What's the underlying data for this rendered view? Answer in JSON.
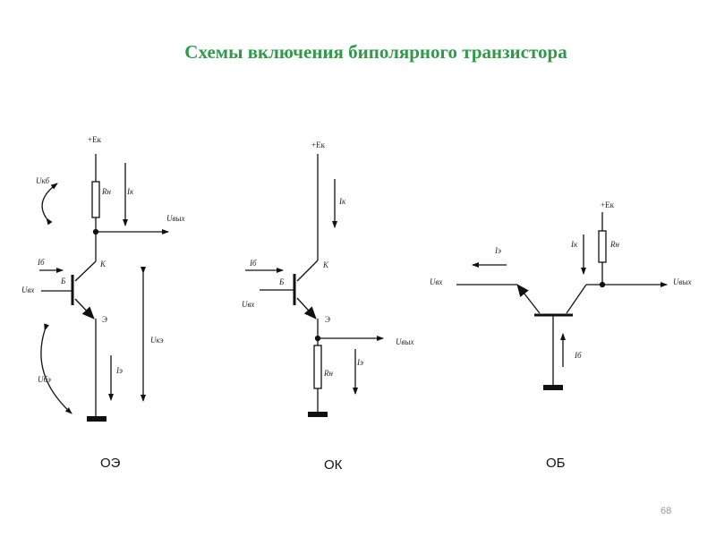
{
  "title": "Схемы включения биполярного транзистора",
  "page_number": "68",
  "colors": {
    "title": "#2f9a4a",
    "line": "#111111",
    "page_number": "#9a9a9a"
  },
  "ce": {
    "supply": "+Eк",
    "u_kb": "Uкб",
    "r_load": "Rн",
    "i_k": "Iк",
    "u_out": "Uвых",
    "i_b": "Iб",
    "k": "К",
    "b": "Б",
    "u_in": "Uвх",
    "e": "Э",
    "u_ke": "Uкэ",
    "i_e": "Iэ",
    "u_be": "Uбэ",
    "caption": "ОЭ"
  },
  "cc": {
    "supply": "+Eк",
    "i_k": "Iк",
    "i_b": "Iб",
    "k": "К",
    "b": "Б",
    "u_in": "Uвх",
    "e": "Э",
    "u_out": "Uвых",
    "i_e": "Iэ",
    "r_load": "Rн",
    "caption": "ОК"
  },
  "cb": {
    "supply": "+Eк",
    "i_e": "Iэ",
    "i_k": "Iк",
    "r_load": "Rн",
    "u_in": "Uвх",
    "u_out": "Uвых",
    "i_b": "Iб",
    "caption": "ОБ"
  }
}
